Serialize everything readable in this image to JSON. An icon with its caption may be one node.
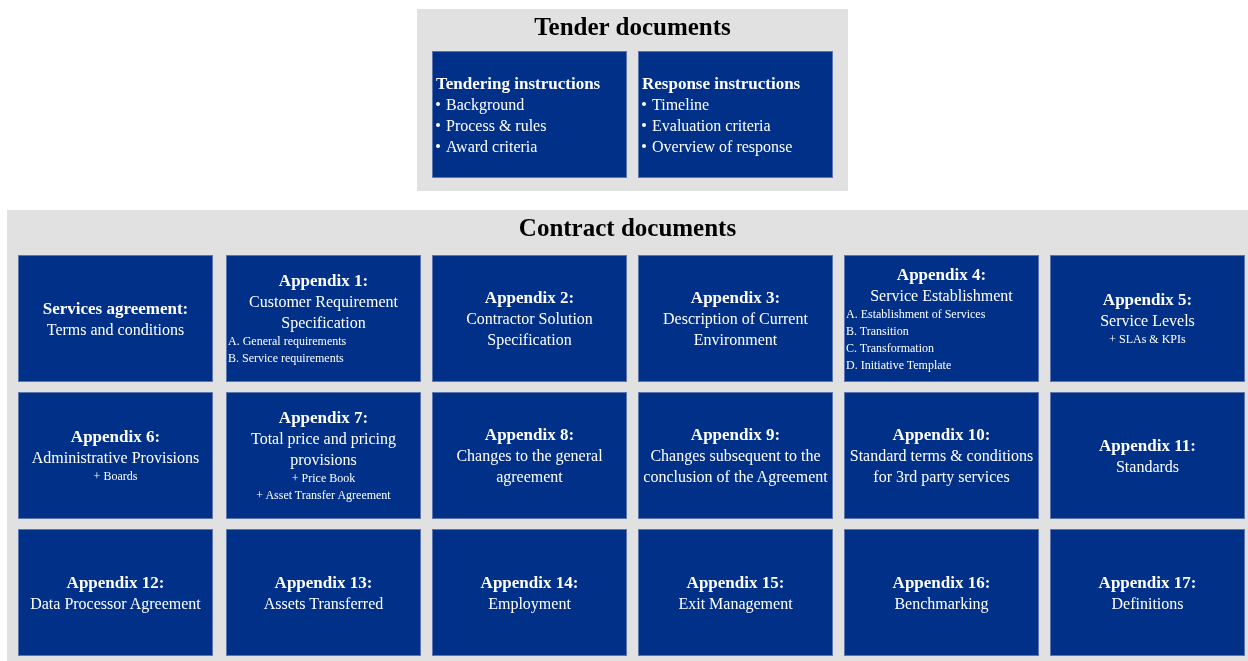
{
  "diagram": {
    "nodes": [
      {
        "text": [
          "Tender documents"
        ]
      },
      {
        "text": [
          "Tendering instructions",
          "Background",
          "Process & rules",
          "Award criteria"
        ],
        "in": 0
      },
      {
        "text": [
          "Response instructions",
          "Timeline",
          "Evaluation criteria",
          "Overview of  response"
        ],
        "in": 0
      },
      {
        "text": [
          "Contract documents"
        ]
      },
      {
        "text": [
          "Services agreement:",
          "Terms and conditions"
        ],
        "in": 3
      },
      {
        "text": [
          "Appendix 1:",
          "Customer Requirement Specification",
          "A. General requirements",
          "B. Service requirements"
        ],
        "in": 3
      },
      {
        "text": [
          "Appendix 2:",
          "Contractor Solution Specification"
        ],
        "in": 3
      },
      {
        "text": [
          "Appendix 3:",
          "Description of Current Environment"
        ],
        "in": 3
      },
      {
        "text": [
          "Appendix 4:",
          "Service Establishment",
          "A. Establishment of Services",
          "B. Transition",
          "C. Transformation",
          "D. Initiative Template"
        ],
        "in": 3
      },
      {
        "text": [
          "Appendix 5:",
          "Service Levels",
          "+ SLAs & KPIs"
        ],
        "in": 3
      },
      {
        "text": [
          "Appendix 6:",
          "Administrative Provisions",
          "+ Boards"
        ],
        "in": 3
      },
      {
        "text": [
          "Appendix 7:",
          "Total price and pricing provisions",
          "+ Price Book",
          "+ Asset Transfer Agreement"
        ],
        "in": 3
      },
      {
        "text": [
          "Appendix 8:",
          "Changes to the general agreement"
        ],
        "in": 3
      },
      {
        "text": [
          "Appendix 9:",
          "Changes subsequent to the conclusion of the Agreement"
        ],
        "in": 3
      },
      {
        "text": [
          "Appendix 10:",
          "Standard terms & conditions for 3rd party services"
        ],
        "in": 3
      },
      {
        "text": [
          "Appendix 11:",
          "Standards"
        ],
        "in": 3
      },
      {
        "text": [
          "Appendix 12:",
          "Data Processor Agreement"
        ],
        "in": 3
      },
      {
        "text": [
          "Appendix 13:",
          "Assets Transferred"
        ],
        "in": 3
      },
      {
        "text": [
          "Appendix 14:",
          "Employment"
        ],
        "in": 3
      },
      {
        "text": [
          "Appendix 15:",
          "Exit Management"
        ],
        "in": 3
      },
      {
        "text": [
          "Appendix 16:",
          "Benchmarking"
        ],
        "in": 3
      },
      {
        "text": [
          "Appendix 17:",
          "Definitions"
        ],
        "in": 3
      }
    ]
  }
}
